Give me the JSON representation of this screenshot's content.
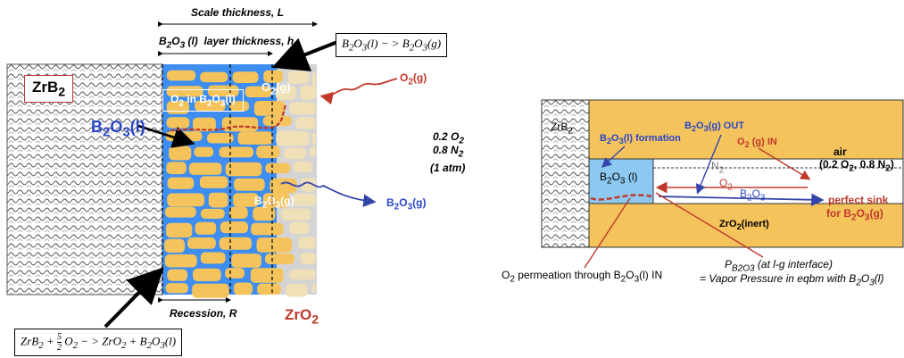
{
  "left": {
    "scale_thickness": "Scale thickness, L",
    "layer_thickness": "B2O3 (l)  layer thickness, h",
    "reaction_top": "B2O3(l) − > B2O3(g)",
    "zrb2": "ZrB2",
    "b2o3_liquid": "B2O3(l)",
    "o2_in_b2o3": "O2 in B2O3(l)",
    "o2_gas": "O2(g)",
    "o2_gas_outside": "O2(g)",
    "atm_o2": "0.2 O2",
    "atm_n2": "0.8 N2",
    "atm_pressure": "(1 atm)",
    "b2o3_gas_inner": "B2O3(g)",
    "b2o3_gas_out": "B2O3(g)",
    "recession": "Recession, R",
    "zro2": "ZrO2",
    "reaction_bottom": "ZrB2 + 5/2 O2 − > ZrO2 + B2O3(l)"
  },
  "right": {
    "zrb2": "ZrB2",
    "b2o3_formation": "B2O3(l) formation",
    "b2o3_gas_out": "B2O3(g) OUT",
    "o2_gas_in": "O2 (g) IN",
    "air": "air",
    "air_composition": "(0.2 O2, 0.8 N2)",
    "b2o3_liquid": "B2O3 (l)",
    "n2": "N2",
    "o2": "O2",
    "b2o3": "B2O3",
    "perfect_sink_1": "perfect sink",
    "perfect_sink_2": "for B2O3(g)",
    "zro2_inert": "ZrO2(inert)",
    "o2_permeation": "O2 permeation through B2O3(l) IN",
    "pressure_label": "PB2O3 (at l-g interface)",
    "vapor_pressure": "= Vapor Pressure in eqbm with B2O3(l)"
  },
  "colors": {
    "oxide_orange": "#f5c35c",
    "boria_blue": "#3d8ef0",
    "arrow_red": "#c0392b",
    "arrow_blue": "#3344aa",
    "liquid_box": "#8cc8f0"
  }
}
